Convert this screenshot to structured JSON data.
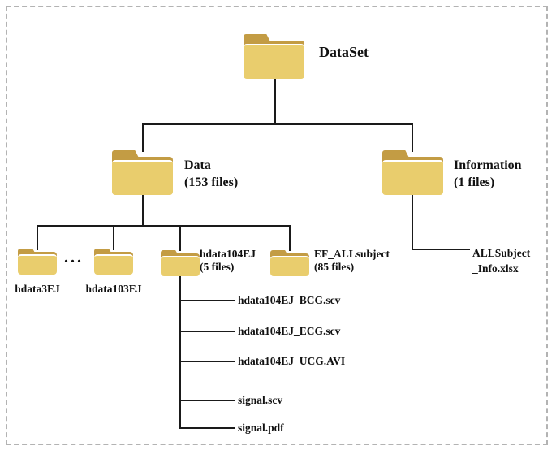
{
  "colors": {
    "folder_front": "#e9cd6d",
    "folder_back": "#c39c44",
    "line": "#1a1a1a",
    "border": "#b3b3b3",
    "text": "#111111"
  },
  "root": {
    "label": "DataSet"
  },
  "data_branch": {
    "label": "Data",
    "count": "(153 files)",
    "ellipsis": "...",
    "children": [
      {
        "label": "hdata3EJ"
      },
      {
        "label": "hdata103EJ"
      },
      {
        "label": "hdata104EJ",
        "count": "(5 files)"
      },
      {
        "label": "EF_ALLsubject",
        "count": "(85 files)"
      }
    ],
    "hdata104EJ_files": [
      "hdata104EJ_BCG.scv",
      "hdata104EJ_ECG.scv",
      "hdata104EJ_UCG.AVI",
      "signal.scv",
      "signal.pdf"
    ]
  },
  "information_branch": {
    "label": "Information",
    "count": "(1 files)",
    "file": {
      "line1": "ALLSubject",
      "line2": "_Info.xlsx"
    }
  }
}
